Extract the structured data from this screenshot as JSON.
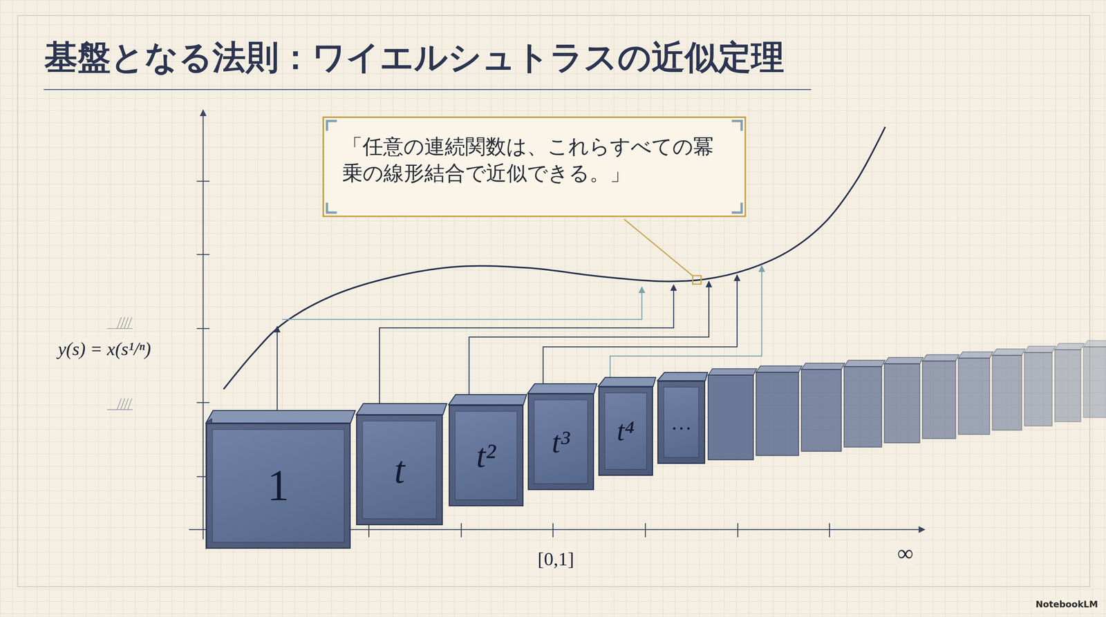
{
  "diagram": {
    "title": "基盤となる法則：ワイエルシュトラスの近似定理",
    "nodes": [
      {
        "text": [
          "「任意の連続関数は、これらすべての冪乗の線形結合で近似できる。」"
        ]
      },
      {
        "text": [
          "1"
        ]
      },
      {
        "text": [
          "t"
        ]
      },
      {
        "text": [
          "t²"
        ]
      },
      {
        "text": [
          "t³"
        ]
      },
      {
        "text": [
          "t⁴"
        ]
      },
      {
        "text": [
          "…"
        ]
      }
    ],
    "labels": [
      "y(s) = x(s¹/ⁿ)",
      "[0,1]",
      "∞",
      "NotebookLM"
    ]
  }
}
